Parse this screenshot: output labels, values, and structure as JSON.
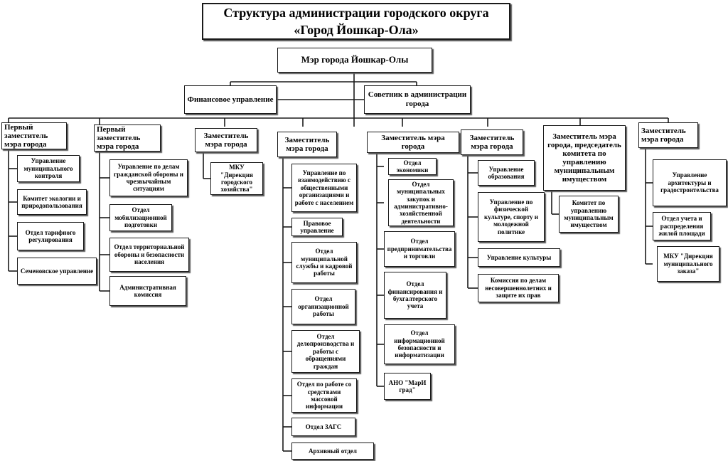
{
  "title": {
    "line1": "Структура администрации городского округа",
    "line2": "«Город Йошкар-Ола»"
  },
  "mayor": "Мэр города Йошкар-Олы",
  "finance": "Финансовое управление",
  "advisor": "Советник в администрации города",
  "branches": [
    {
      "head": "Первый заместитель мэра города",
      "items": [
        "Управление муниципального контроля",
        "Комитет экологии и природопользования",
        "Отдел тарифного регулирования",
        "Семеновское управление"
      ]
    },
    {
      "head": "Первый заместитель мэра города",
      "items": [
        "Управление по делам гражданской обороны и чрезвычайным ситуациям",
        "Отдел мобилизационной подготовки",
        "Отдел территориальной обороны и безопасности населения",
        "Административная комиссия"
      ]
    },
    {
      "head": "Заместитель мэра города",
      "items": [
        "МКУ \"Дирекция городского хозяйства\""
      ]
    },
    {
      "head": "Заместитель мэра города",
      "items": [
        "Управление по взаимодействию с общественными организациями и работе с населением",
        "Правовое управление",
        "Отдел муниципальной службы и кадровой работы",
        "Отдел организационной работы",
        "Отдел делопроизводства и работы с обращениями граждан",
        "Отдел по работе со средствами массовой информации",
        "Отдел ЗАГС",
        "Архивный отдел"
      ]
    },
    {
      "head": "Заместитель мэра города",
      "items": [
        "Отдел экономики",
        "Отдел муниципальных закупок и административно-хозяйственной деятельности",
        "Отдел предпринимательства и торговли",
        "Отдел финансирования и бухгалтерского учета",
        "Отдел информационной безопасности и информатизации",
        "АНО \"МарИ град\""
      ]
    },
    {
      "head": "Заместитель мэра города",
      "items": [
        "Управление образования",
        "Управление по физической культуре, спорту и молодежной политике",
        "Управление культуры",
        "Комиссия по делам несовершеннолетних и защите их прав"
      ]
    },
    {
      "head": "Заместитель мэра города, председатель комитета по управлению муниципальным имуществом",
      "items": [
        "Комитет по управлению муниципальным имуществом"
      ]
    },
    {
      "head": "Заместитель мэра города",
      "items": [
        "Управление архитектуры и градостроительства",
        "Отдел учета и распределения жилой площади",
        "МКУ \"Дирекция муниципального заказа\""
      ]
    }
  ]
}
